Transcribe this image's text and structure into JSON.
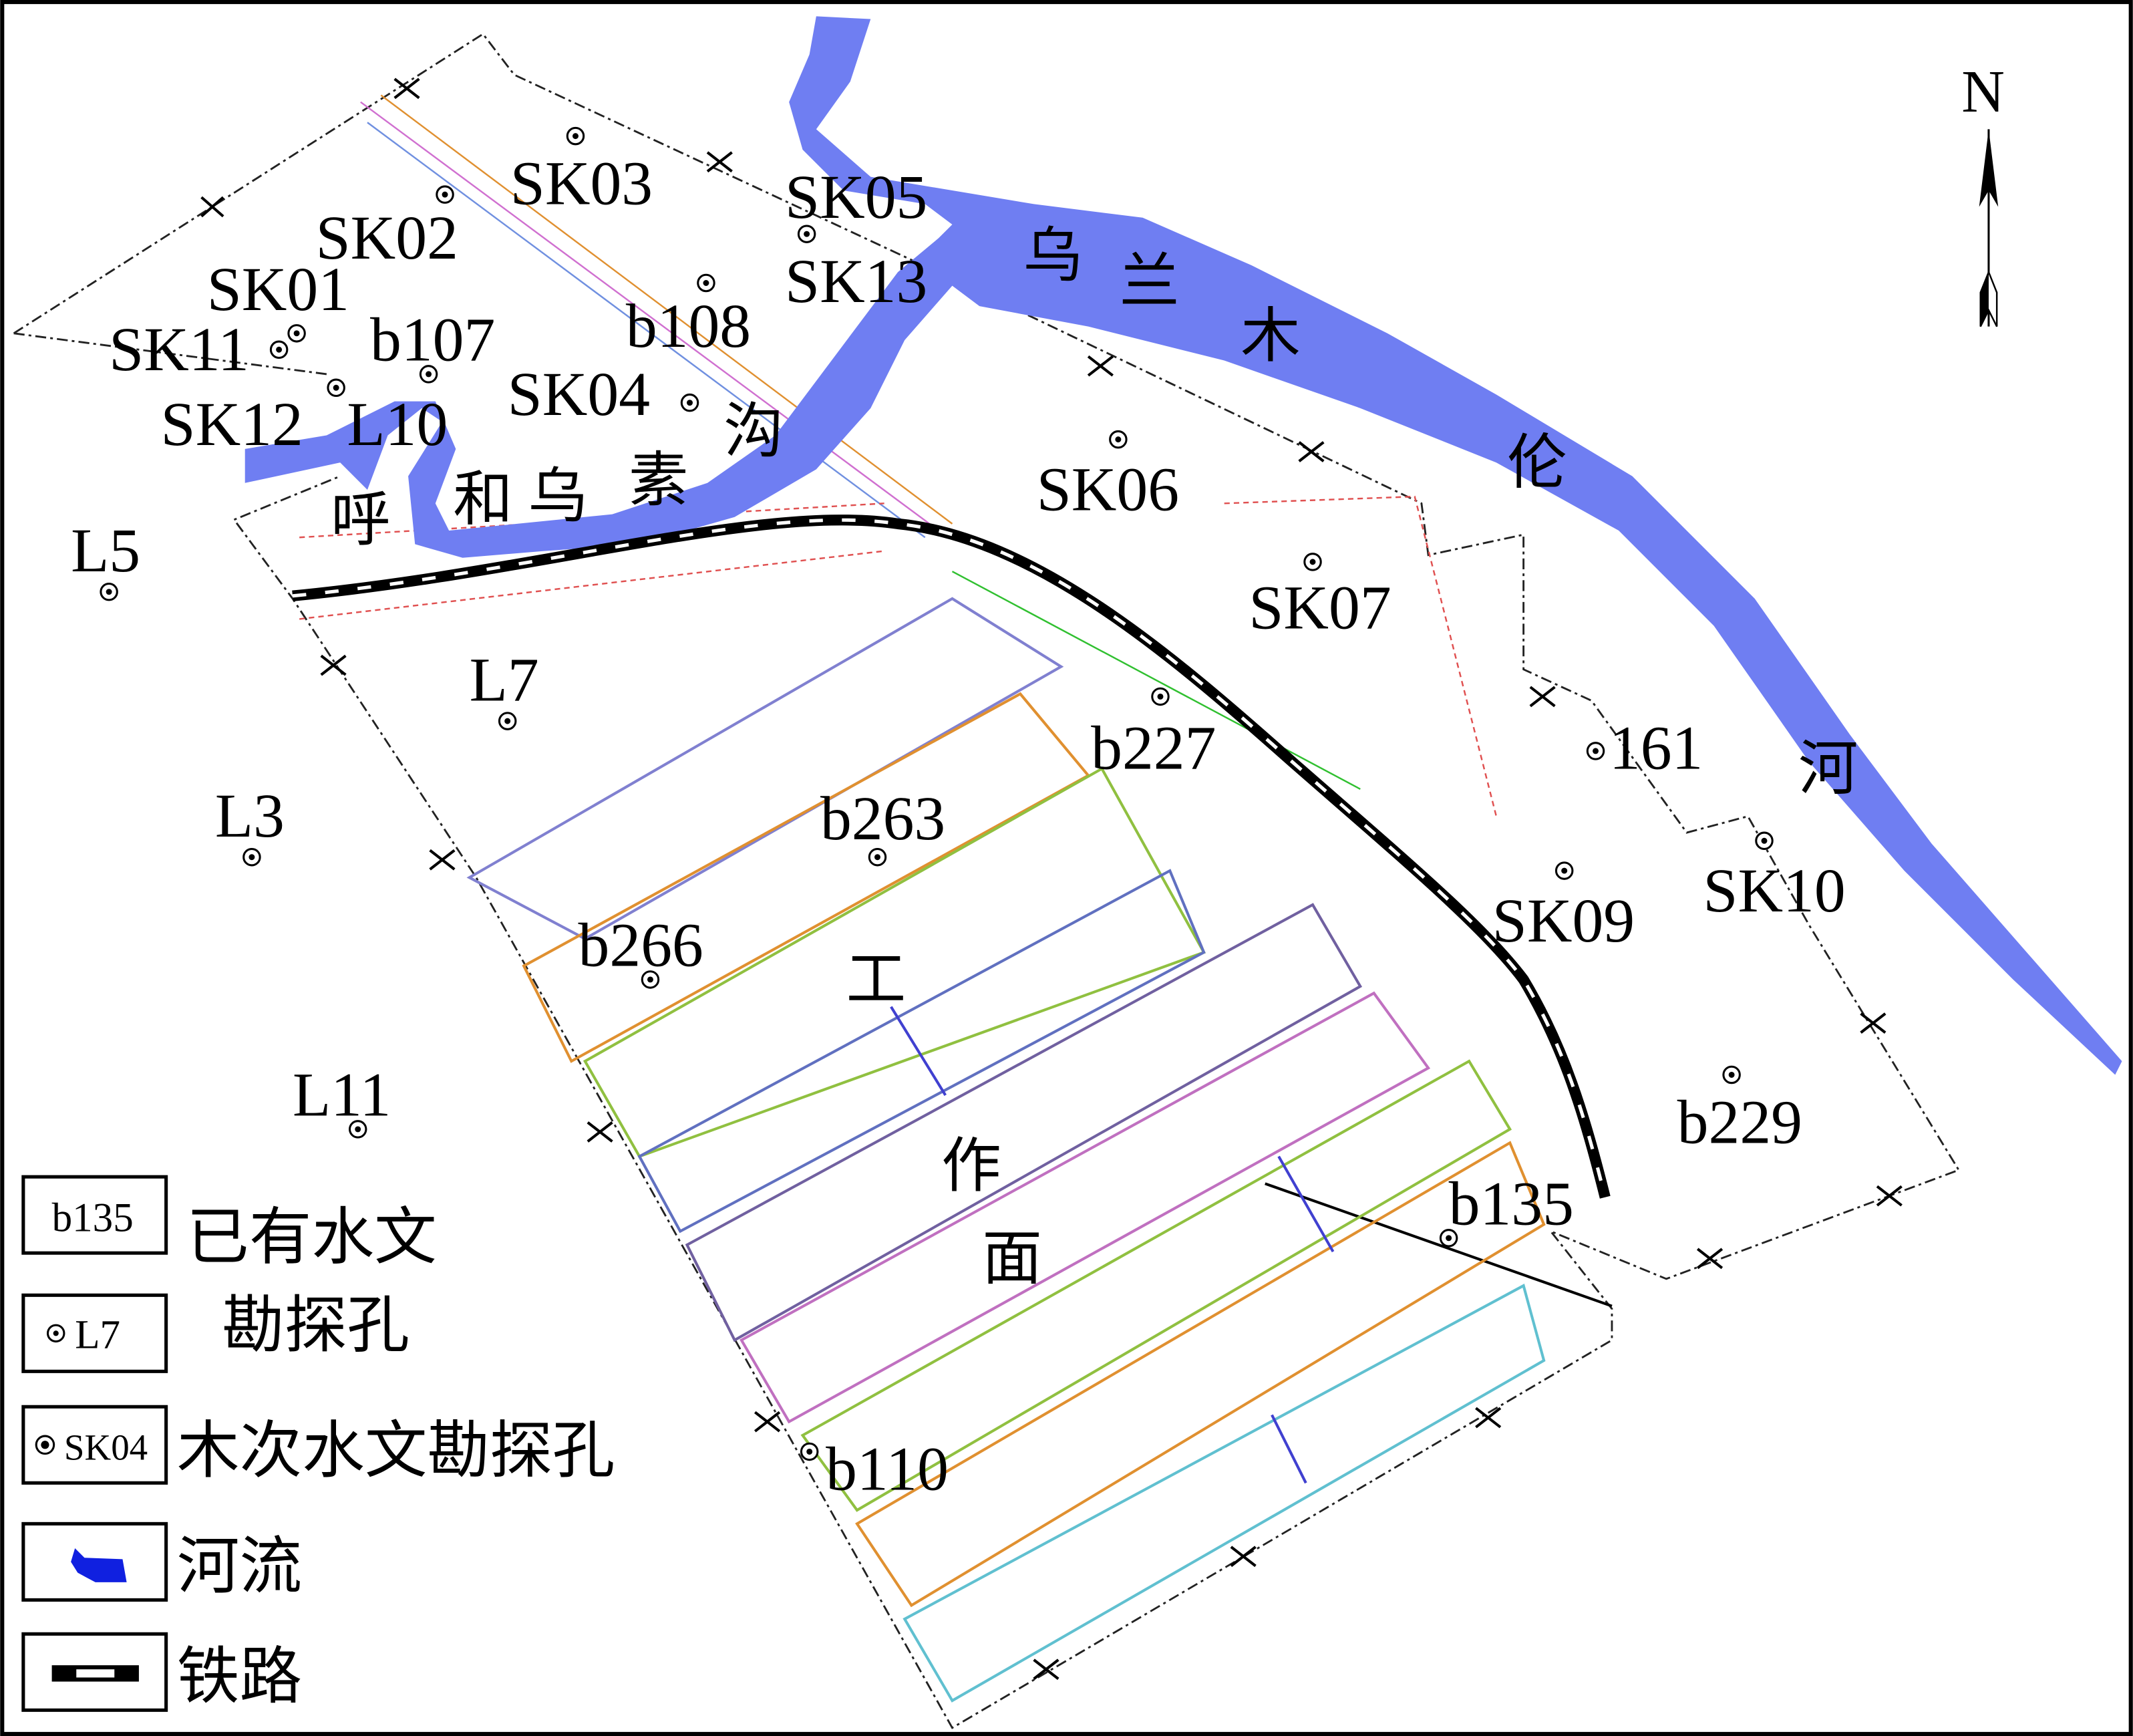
{
  "north_label": "N",
  "rivers": {
    "main": [
      "乌",
      "兰",
      "木",
      "伦",
      "河"
    ],
    "branch": [
      "呼",
      "和",
      "乌",
      "素",
      "沟"
    ]
  },
  "work_face": [
    "工",
    "作",
    "面"
  ],
  "boreholes": {
    "SK03": "SK03",
    "SK02": "SK02",
    "SK01": "SK01",
    "SK11": "SK11",
    "SK12": "SK12",
    "L10": "L10",
    "b107": "b107",
    "b108": "b108",
    "SK04": "SK04",
    "SK05": "SK05",
    "SK13": "SK13",
    "SK06": "SK06",
    "SK07": "SK07",
    "L5": "L5",
    "L7": "L7",
    "L3": "L3",
    "b227": "b227",
    "b263": "b263",
    "b266": "b266",
    "L11": "L11",
    "n161": "161",
    "SK09": "SK09",
    "SK10": "SK10",
    "b229": "b229",
    "b135": "b135",
    "b110": "b110"
  },
  "legend": {
    "existing_sample": "b135",
    "existing_sample2": "L7",
    "existing_label_1": "已有水文",
    "existing_label_2": "勘探孔",
    "new_sample": "SK04",
    "new_label": "木次水文勘探孔",
    "river_label": "河流",
    "railway_label": "铁路"
  },
  "colors": {
    "river": "#6f7ef2",
    "legend_river": "#1020e0",
    "frame": "#000000"
  }
}
